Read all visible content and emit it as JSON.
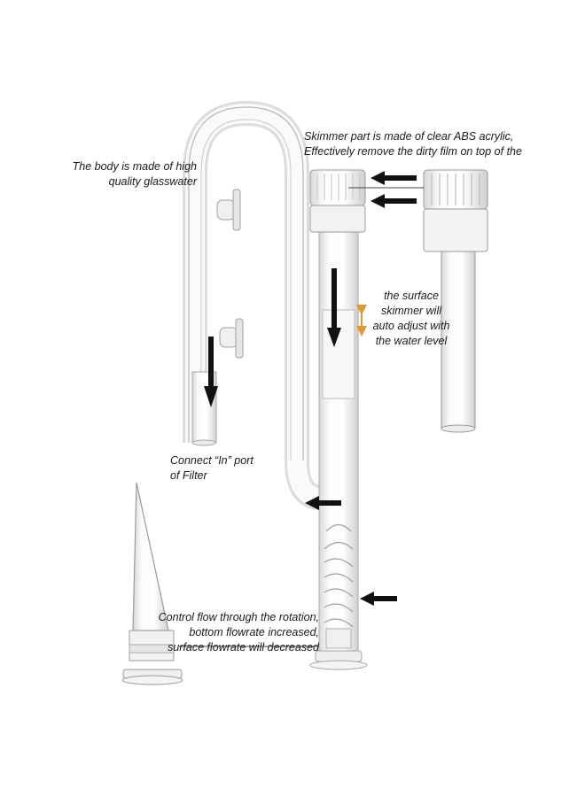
{
  "labels": {
    "body": [
      "The body is made of high",
      "quality glasswater"
    ],
    "skimmer": [
      "Skimmer part is made of clear ABS acrylic,",
      "Effectively remove the dirty film on top of the"
    ],
    "surface": [
      "the surface",
      "skimmer will",
      "auto adjust with",
      "the water level"
    ],
    "connect": [
      "Connect “In” port",
      "of Filter"
    ],
    "control": [
      "Control flow through the rotation,",
      "bottom flowrate increased,",
      "surface flowrate will decreased"
    ]
  },
  "colors": {
    "arrow": "#111111",
    "adjust_arrow": "#e09a2a",
    "glass_edge": "#9a9a9a",
    "glass_fill": "#f3f3f3"
  }
}
